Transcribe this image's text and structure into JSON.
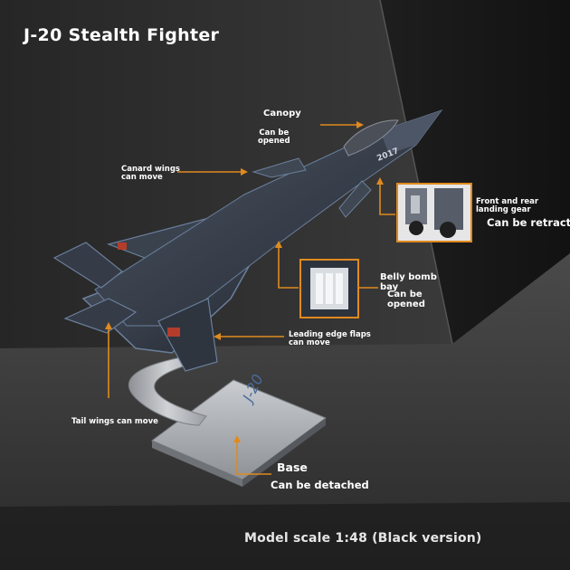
{
  "title": "J-20 Stealth Fighter",
  "labels": {
    "canopy": "Canopy",
    "canopy_note": "Can be\nopened",
    "canard": "Canard wings\ncan move",
    "gear": "Front and rear\nlanding gear",
    "gear_note": "Can be retract",
    "bomb": "Belly bomb\nbay",
    "bomb_note": "Can be\nopened",
    "flaps": "Leading edge flaps\ncan move",
    "tail": "Tail wings can move",
    "base": "Base",
    "base_note": "Can be detached"
  },
  "markings": {
    "nose_number": "2017",
    "base_text": "J-20"
  },
  "footer": "Model scale 1:48 (Black version)",
  "colors": {
    "accent_orange": "#e08a1e",
    "aircraft_body": "#3b4350",
    "stand_metal": "#b9bcc0"
  }
}
